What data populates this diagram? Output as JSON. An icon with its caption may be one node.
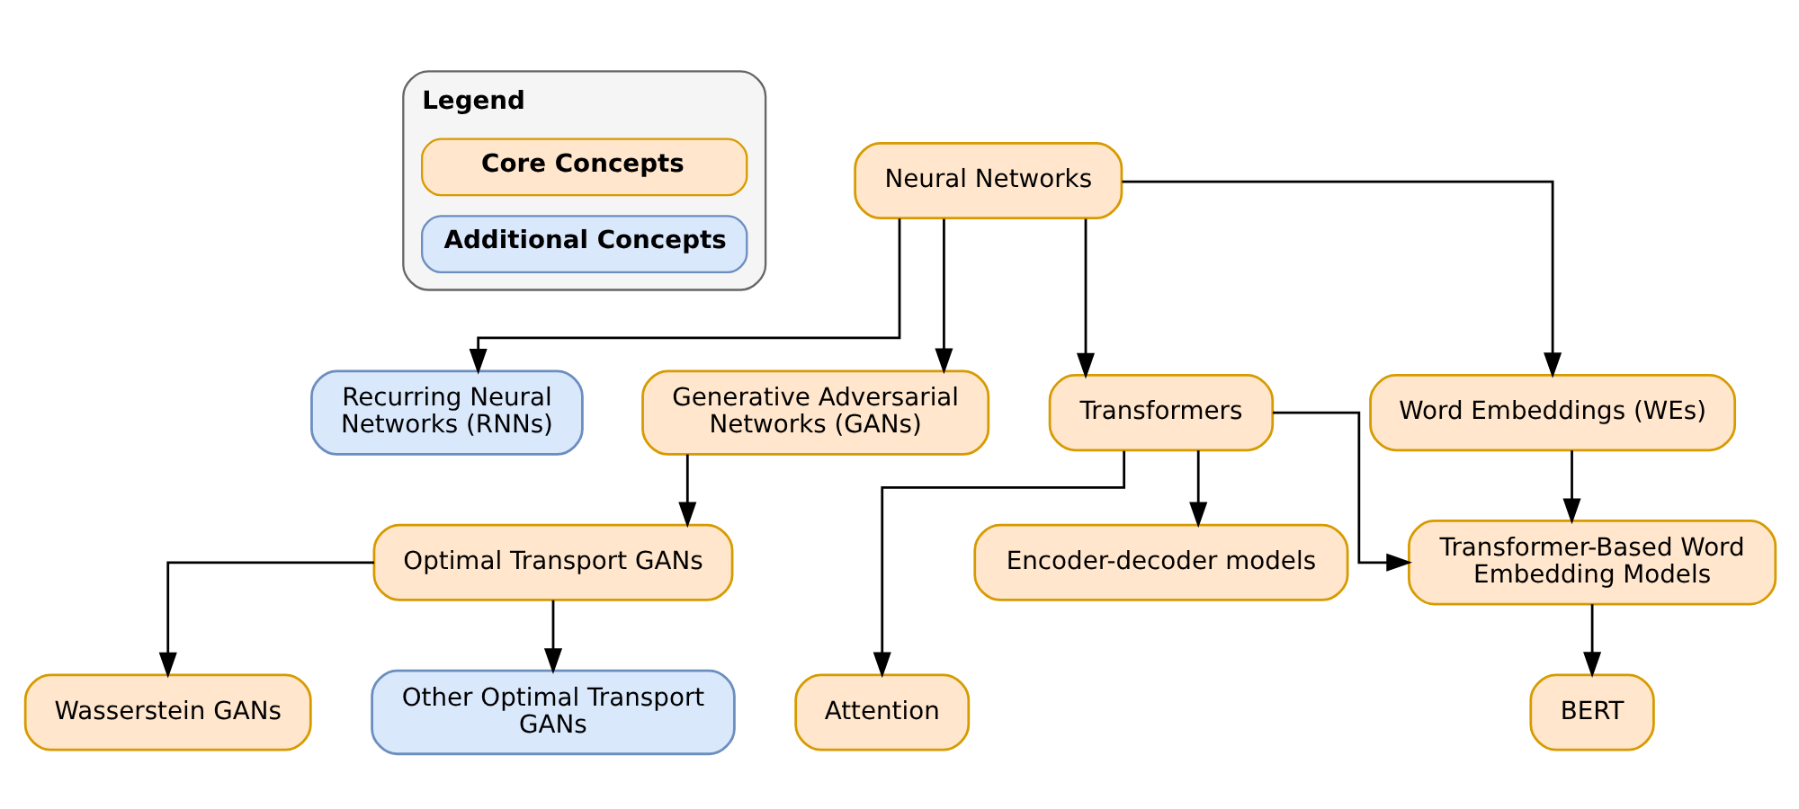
{
  "diagram": {
    "nodes": [
      {
        "text": [
          "Neural Networks"
        ]
      },
      {
        "text": [
          "Recurring Neural Networks (RNNs)"
        ]
      },
      {
        "text": [
          "Generative Adversarial Networks (GANs)"
        ]
      },
      {
        "text": [
          "Transformers"
        ]
      },
      {
        "text": [
          "Word Embeddings (WEs)"
        ]
      },
      {
        "text": [
          "Optimal Transport GANs"
        ]
      },
      {
        "text": [
          "Encoder-decoder models"
        ]
      },
      {
        "text": [
          "Transformer-Based Word Embedding Models"
        ]
      },
      {
        "text": [
          "Wasserstein GANs"
        ]
      },
      {
        "text": [
          "Other Optimal Transport GANs"
        ]
      },
      {
        "text": [
          "Attention"
        ]
      },
      {
        "text": [
          "BERT"
        ]
      }
    ],
    "edges": [
      {
        "from": 0,
        "to": 1,
        "arrow": "to"
      },
      {
        "from": 0,
        "to": 2,
        "arrow": "to"
      },
      {
        "from": 0,
        "to": 3,
        "arrow": "to"
      },
      {
        "from": 0,
        "to": 4,
        "arrow": "to"
      },
      {
        "from": 2,
        "to": 5,
        "arrow": "to"
      },
      {
        "from": 3,
        "to": 6,
        "arrow": "to"
      },
      {
        "from": 3,
        "to": 7,
        "arrow": "to"
      },
      {
        "from": 3,
        "to": 10,
        "arrow": "to"
      },
      {
        "from": 4,
        "to": 7,
        "arrow": "to"
      },
      {
        "from": 5,
        "to": 8,
        "arrow": "to"
      },
      {
        "from": 5,
        "to": 9,
        "arrow": "to"
      },
      {
        "from": 7,
        "to": 11,
        "arrow": "to"
      }
    ],
    "labels": [
      "Legend"
    ],
    "legend": [
      {
        "text": "Core Concepts",
        "color": "#ffe6cc"
      },
      {
        "text": "Additional Concepts",
        "color": "#dae8fc"
      }
    ]
  }
}
